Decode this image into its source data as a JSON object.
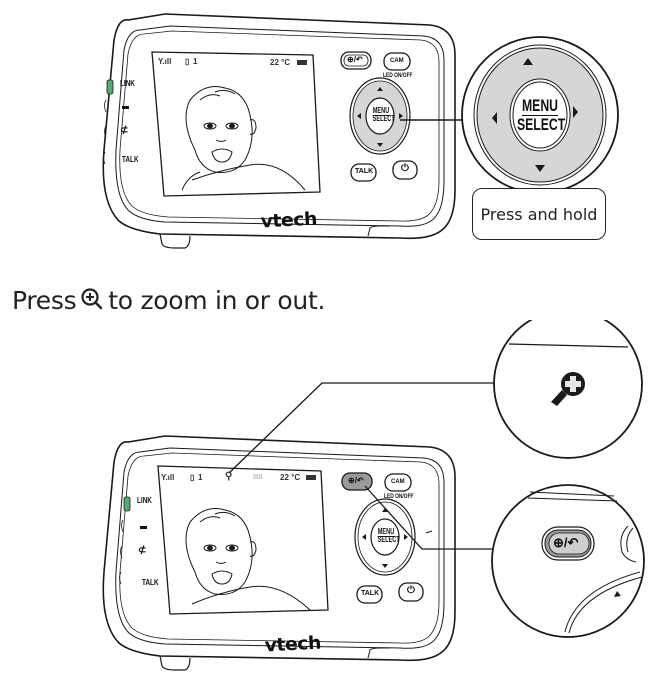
{
  "top_figure": {
    "device": {
      "brand_logo": "vtech",
      "side_labels": [
        "LINK",
        "▬",
        "speaker-mute",
        "TALK"
      ],
      "screen_status": {
        "signal": "Y.ıll",
        "camera": "1",
        "temperature": "22 °C",
        "battery": "battery-full"
      },
      "buttons": {
        "zoom_back": "⊕/↶",
        "cam_label": "CAM",
        "led_label": "LED ON/OFF",
        "menu_line1": "MENU",
        "menu_line2": "SELECT",
        "talk": "TALK",
        "power": "power-icon"
      }
    },
    "callout": {
      "menu_line1": "MENU",
      "menu_line2": "SELECT",
      "arrows": [
        "up",
        "down",
        "left",
        "right"
      ],
      "caption": "Press and hold"
    }
  },
  "instruction": {
    "before_icon": "Press",
    "icon": "zoom-in-icon",
    "after_icon": "to zoom in or out."
  },
  "bottom_figure": {
    "device": {
      "brand_logo": "vtech",
      "side_labels": [
        "LINK",
        "▬",
        "speaker-mute",
        "TALK"
      ],
      "screen_status": {
        "signal": "Y.ıll",
        "camera": "1",
        "zoom_indicator": "zoom-in-icon",
        "level": "IIIII",
        "temperature": "22 °C",
        "battery": "battery-full"
      },
      "buttons": {
        "zoom_back": "⊕/↶",
        "cam_label": "CAM",
        "led_label": "LED ON/OFF",
        "menu_line1": "MENU",
        "menu_line2": "SELECT",
        "talk": "TALK",
        "power": "power-icon"
      }
    },
    "callout_screen_icon": "zoom-in-icon (enlarged)",
    "callout_button": "⊕/↶"
  },
  "colors": {
    "line": "#1a1a1a",
    "dpad_gray": "#d6d6d6",
    "button_gray": "#9a9a9a",
    "link_led": "#5aa873"
  }
}
